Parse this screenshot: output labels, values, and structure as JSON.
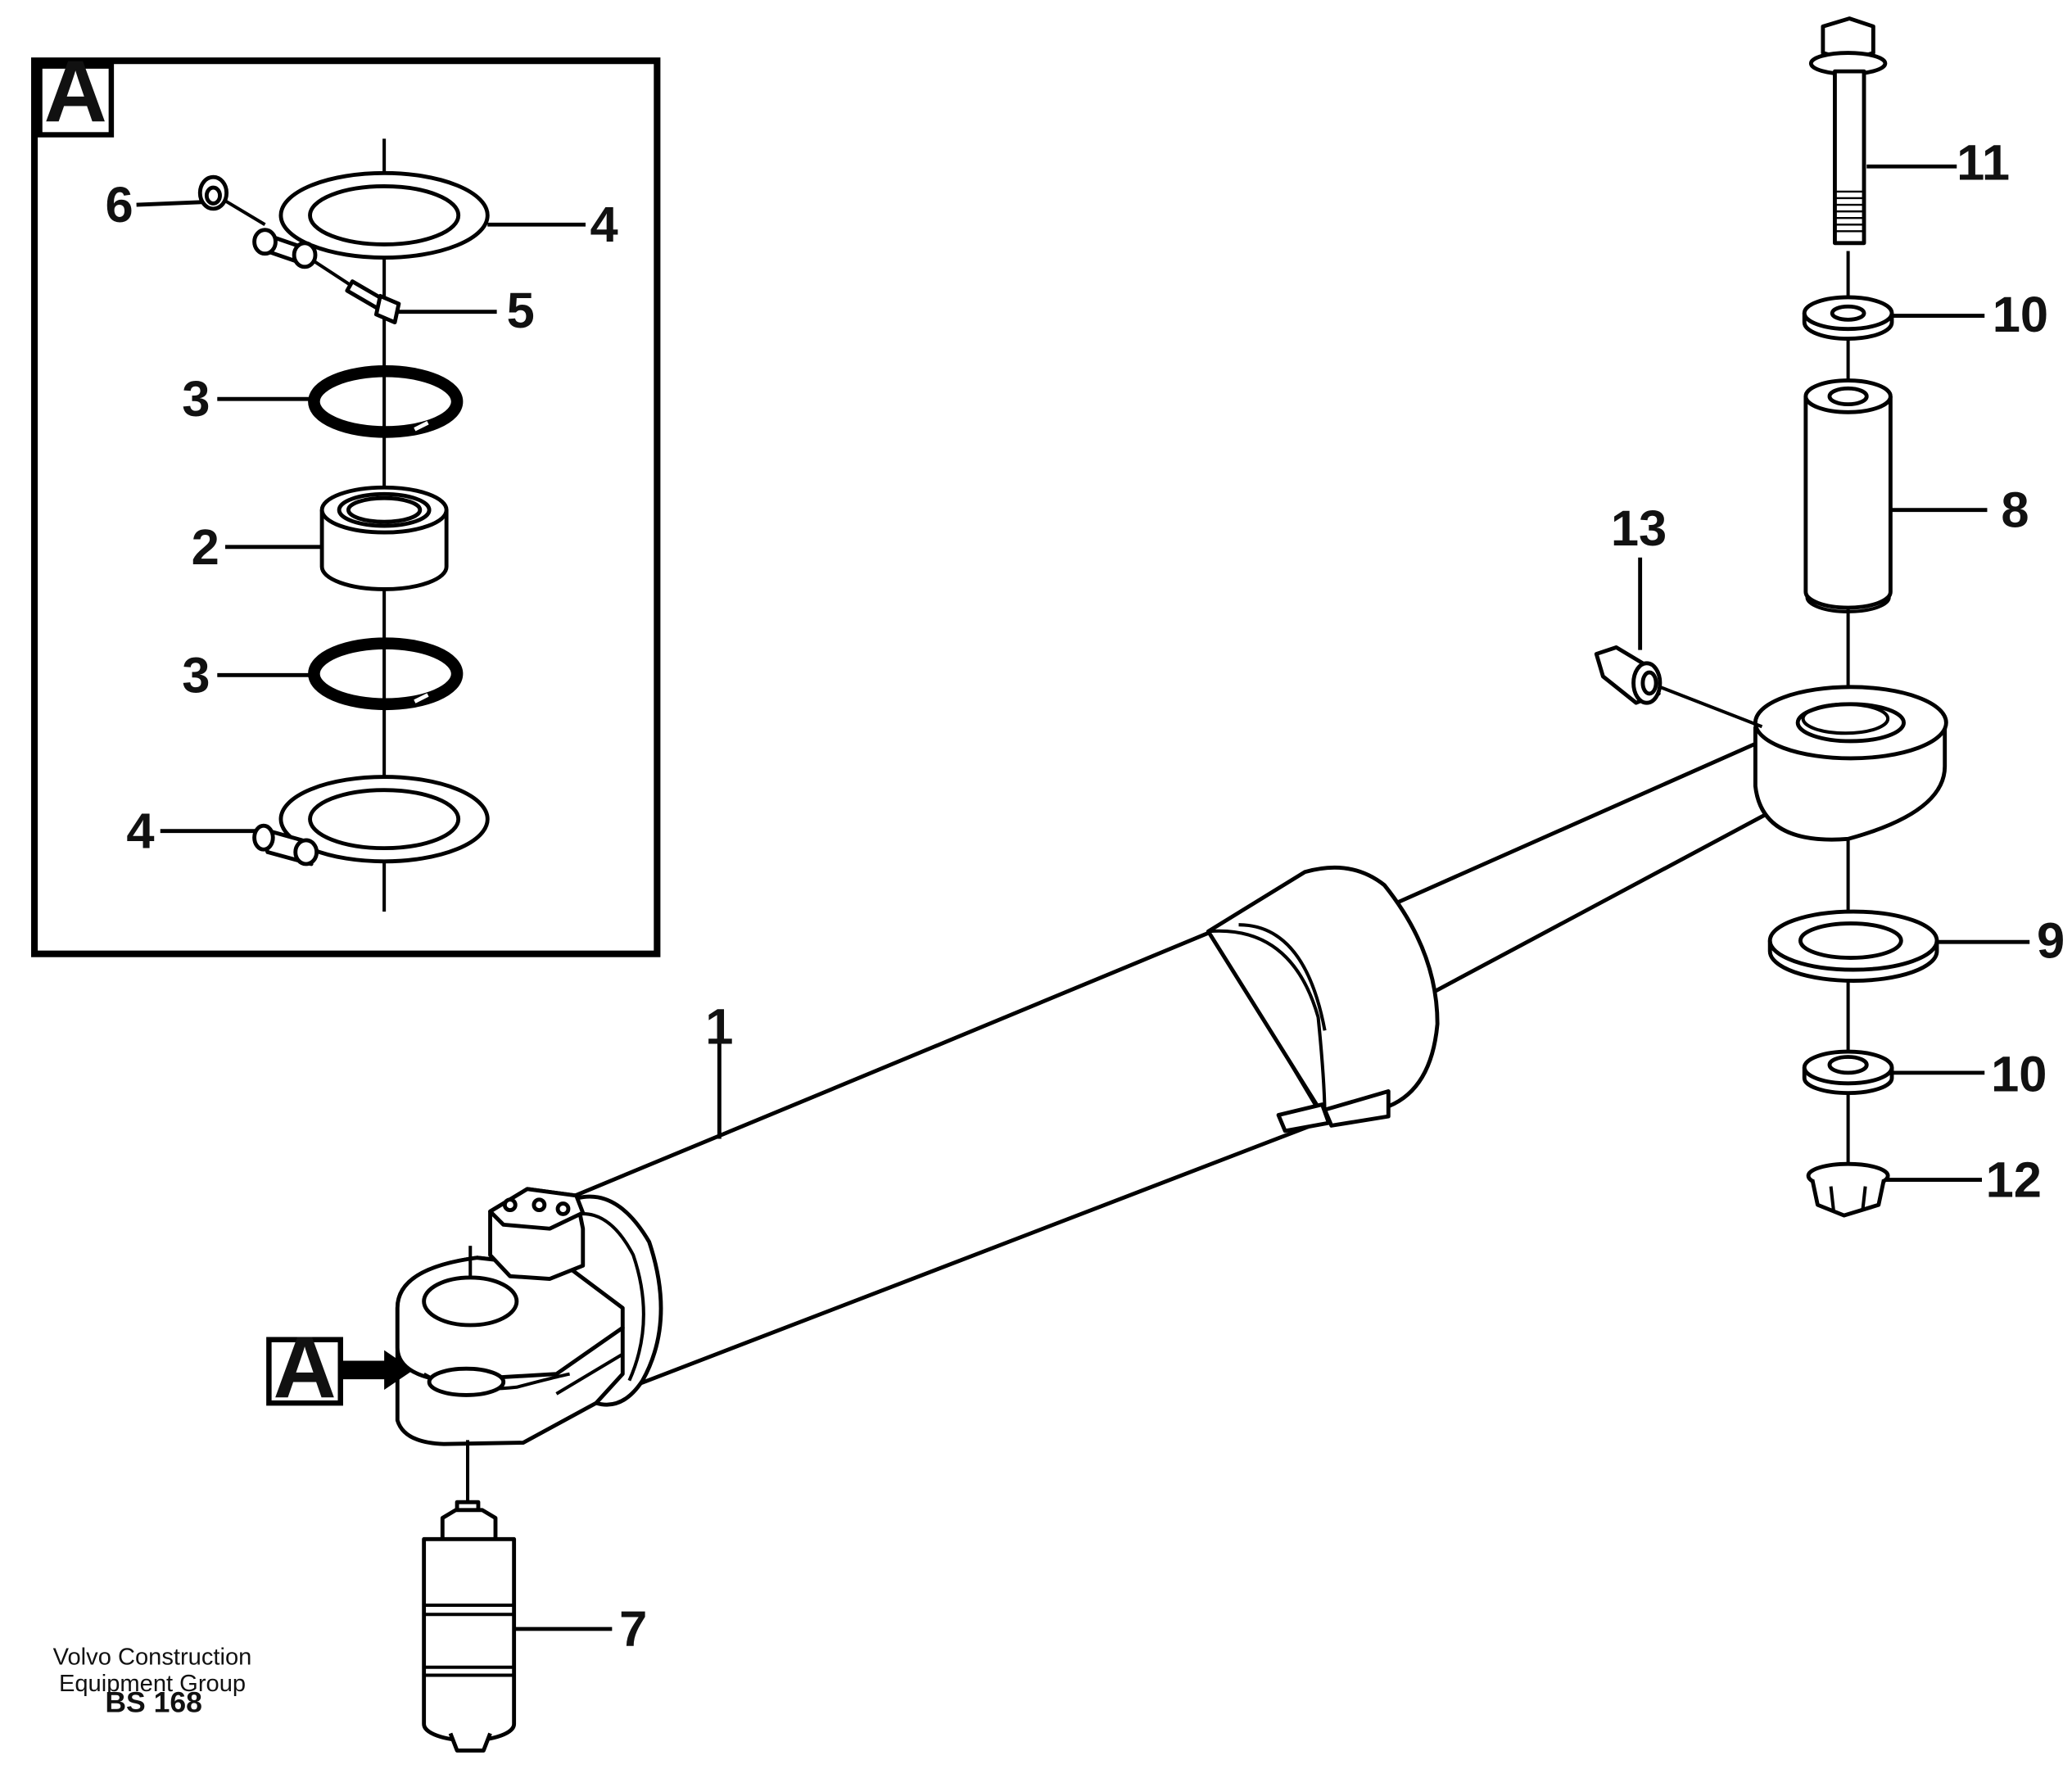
{
  "inset": {
    "letter": "A",
    "callouts": {
      "bearing": "2",
      "oring_upper": "3",
      "oring_lower": "3",
      "seal_upper": "4",
      "seal_lower": "4",
      "screw": "5",
      "washer": "6"
    }
  },
  "main": {
    "reference_letter": "A",
    "callouts": {
      "cylinder": "1",
      "pin_lower": "7",
      "sleeve": "8",
      "spacer": "9",
      "washer_upper": "10",
      "washer_lower": "10",
      "bolt": "11",
      "nut": "12",
      "grease_nipple": "13"
    }
  },
  "footer": {
    "line1": "Volvo Construction",
    "line2": "Equipment Group",
    "code": "BS 168"
  }
}
